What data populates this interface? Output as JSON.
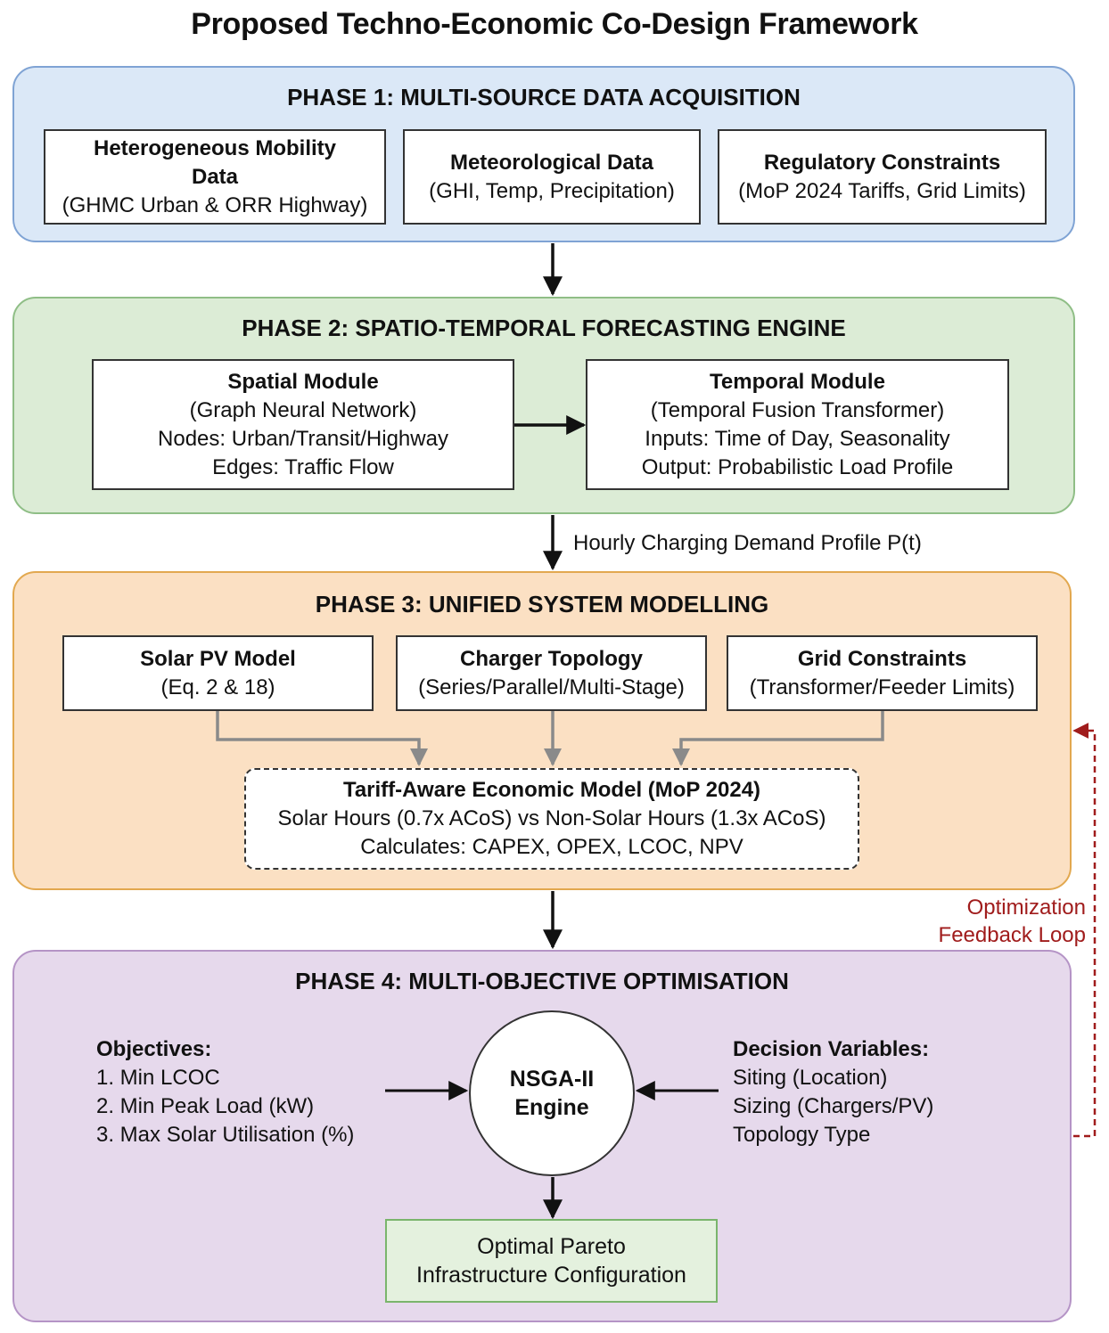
{
  "title": "Proposed Techno-Economic Co-Design Framework",
  "colors": {
    "phase1_fill": "#dbe8f7",
    "phase2_fill": "#dcecd6",
    "phase3_fill": "#fbe0c3",
    "phase4_fill": "#e6d9ec",
    "feedback_line": "#a01c1c"
  },
  "phase1": {
    "title": "PHASE 1: MULTI-SOURCE DATA ACQUISITION",
    "boxes": [
      {
        "heading_line1": "Heterogeneous Mobility",
        "heading_line2": "Data",
        "detail": "(GHMC Urban & ORR Highway)"
      },
      {
        "heading": "Meteorological Data",
        "detail": "(GHI, Temp, Precipitation)"
      },
      {
        "heading": "Regulatory Constraints",
        "detail": "(MoP 2024 Tariffs, Grid Limits)"
      }
    ]
  },
  "phase2": {
    "title": "PHASE 2: SPATIO-TEMPORAL FORECASTING ENGINE",
    "spatial": {
      "heading": "Spatial Module",
      "line1": "(Graph Neural Network)",
      "line2": "Nodes: Urban/Transit/Highway",
      "line3": "Edges: Traffic Flow"
    },
    "temporal": {
      "heading": "Temporal Module",
      "line1": "(Temporal Fusion Transformer)",
      "line2": "Inputs: Time of Day, Seasonality",
      "line3": "Output: Probabilistic Load Profile"
    }
  },
  "demand_label": "Hourly Charging Demand Profile P(t)",
  "phase3": {
    "title": "PHASE 3: UNIFIED SYSTEM MODELLING",
    "boxes": [
      {
        "heading": "Solar PV Model",
        "detail": "(Eq. 2 & 18)"
      },
      {
        "heading": "Charger Topology",
        "detail": "(Series/Parallel/Multi-Stage)"
      },
      {
        "heading": "Grid Constraints",
        "detail": "(Transformer/Feeder Limits)"
      }
    ],
    "economic": {
      "heading": "Tariff-Aware Economic Model (MoP 2024)",
      "line1": "Solar Hours (0.7x ACoS) vs Non-Solar Hours (1.3x ACoS)",
      "line2": "Calculates: CAPEX, OPEX, LCOC, NPV"
    }
  },
  "feedback_label": {
    "line1": "Optimization",
    "line2": "Feedback Loop"
  },
  "phase4": {
    "title": "PHASE 4: MULTI-OBJECTIVE OPTIMISATION",
    "objectives": {
      "heading": "Objectives:",
      "items": [
        "1. Min LCOC",
        "2. Min Peak Load (kW)",
        "3. Max Solar Utilisation (%)"
      ]
    },
    "engine": {
      "line1": "NSGA-II",
      "line2": "Engine"
    },
    "decision": {
      "heading": "Decision Variables:",
      "items": [
        "Siting (Location)",
        "Sizing (Chargers/PV)",
        "Topology Type"
      ]
    },
    "result": {
      "line1": "Optimal Pareto",
      "line2": "Infrastructure Configuration"
    }
  }
}
